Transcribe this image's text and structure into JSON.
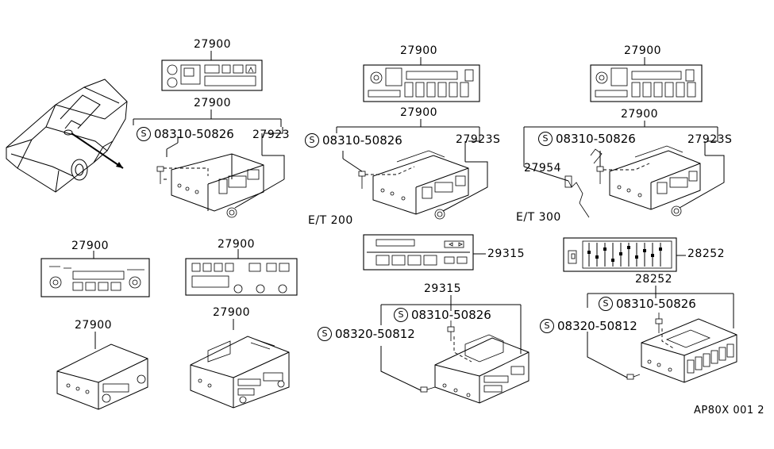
{
  "diagram": {
    "part_labels": {
      "radio_top_left": "27900",
      "radio_top_left_bracket": "27900",
      "knob_left": "27923",
      "radio_top_mid": "27900",
      "radio_top_mid_bracket": "27900",
      "knob_mid": "27923S",
      "radio_top_right": "27900",
      "radio_top_right_bracket": "27900",
      "knob_right": "27923S",
      "harness_right": "27954",
      "radio_bottom_left_face": "27900",
      "radio_bottom_left_unit": "27900",
      "radio_bottom_mid_face": "27900",
      "radio_bottom_mid_unit": "27900",
      "amplifier_face": "29315",
      "amplifier_unit": "29315",
      "equalizer_face": "28252",
      "equalizer_unit": "28252"
    },
    "screw_codes": {
      "left": "08310-50826",
      "mid": "08310-50826",
      "right": "08310-50826",
      "amp_upper": "08310-50826",
      "amp_lower": "08320-50812",
      "eq_upper": "08310-50826",
      "eq_lower": "08320-50812"
    },
    "circle_symbol": "S",
    "variants": {
      "mid": "E/T 200",
      "right": "E/T 300"
    },
    "figure_code": "AP80X 001 2"
  }
}
